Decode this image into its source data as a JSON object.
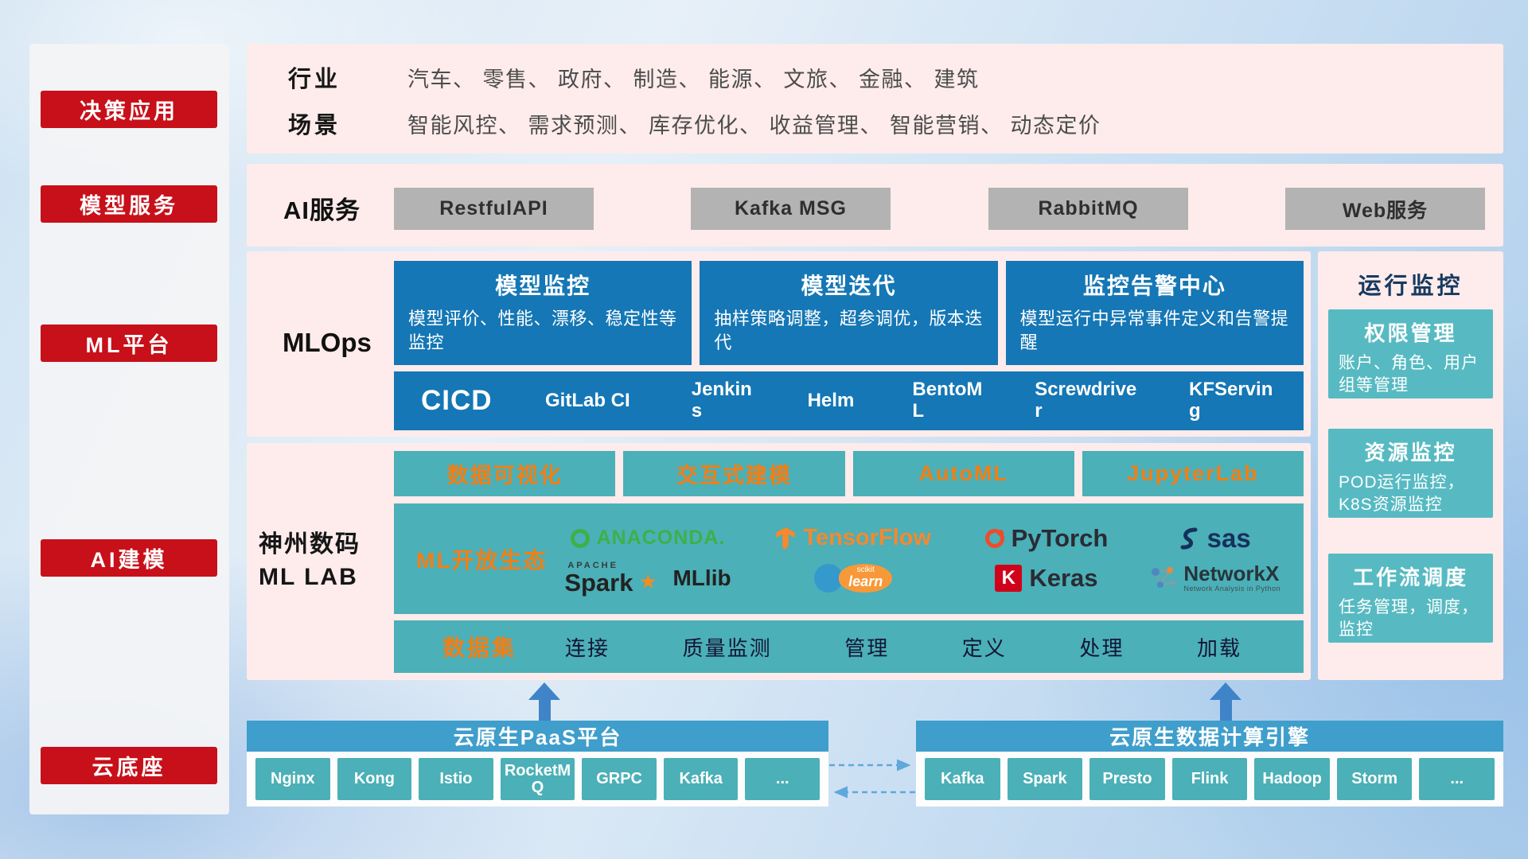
{
  "sidebar": {
    "items": [
      {
        "label": "决策应用"
      },
      {
        "label": "模型服务"
      },
      {
        "label": "ML平台"
      },
      {
        "label": "AI建模"
      },
      {
        "label": "云底座"
      }
    ]
  },
  "industry": {
    "row1_label": "行业",
    "row1_content": "汽车、 零售、 政府、 制造、 能源、 文旅、 金融、 建筑",
    "row2_label": "场景",
    "row2_content": "智能风控、 需求预测、 库存优化、 收益管理、 智能营销、 动态定价"
  },
  "ai_service": {
    "label": "AI服务",
    "items": [
      "RestfulAPI",
      "Kafka MSG",
      "RabbitMQ",
      "Web服务"
    ]
  },
  "mlops": {
    "label": "MLOps",
    "cards": [
      {
        "title": "模型监控",
        "desc": "模型评价、性能、漂移、稳定性等监控"
      },
      {
        "title": "模型迭代",
        "desc": "抽样策略调整，超参调优，版本迭代"
      },
      {
        "title": "监控告警中心",
        "desc": "模型运行中异常事件定义和告警提醒"
      }
    ],
    "cicd_label": "CICD",
    "cicd_tools": [
      "GitLab CI",
      "Jenkins",
      "Helm",
      "BentoML",
      "Screwdriver",
      "KFServing"
    ]
  },
  "monitoring": {
    "title": "运行监控",
    "cards": [
      {
        "title": "权限管理",
        "desc": "账户、角色、用户组等管理"
      },
      {
        "title": "资源监控",
        "desc": "POD运行监控，K8S资源监控"
      },
      {
        "title": "工作流调度",
        "desc": "任务管理，调度，监控"
      }
    ]
  },
  "mllab": {
    "label_line1": "神州数码",
    "label_line2": "ML LAB",
    "tools": [
      "数据可视化",
      "交互式建模",
      "AutoML",
      "JupyterLab"
    ],
    "ecosystem_label": "ML开放生态",
    "logos": {
      "anaconda": "ANACONDA.",
      "tensorflow": "TensorFlow",
      "pytorch": "PyTorch",
      "sas": "sas",
      "spark_small": "APACHE",
      "spark": "Spark",
      "mllib": "MLlib",
      "scikit_small": "scikit",
      "scikit": "learn",
      "keras_letter": "K",
      "keras": "Keras",
      "networkx": "NetworkX",
      "networkx_sub": "Network Analysis in Python"
    },
    "dataset_label": "数据集",
    "dataset_items": [
      "连接",
      "质量监测",
      "管理",
      "定义",
      "处理",
      "加载"
    ]
  },
  "cloud": {
    "paas_title": "云原生PaaS平台",
    "paas_items": [
      "Nginx",
      "Kong",
      "Istio",
      "RocketMQ",
      "GRPC",
      "Kafka",
      "..."
    ],
    "engine_title": "云原生数据计算引擎",
    "engine_items": [
      "Kafka",
      "Spark",
      "Presto",
      "Flink",
      "Hadoop",
      "Storm",
      "..."
    ]
  },
  "colors": {
    "red": "#c7101a",
    "panel_pink": "#fdeceb",
    "deep_blue": "#1577b5",
    "teal": "#4bb0b7",
    "teal_light": "#57bac2",
    "header_blue": "#3f9ecb",
    "orange": "#f07f17",
    "gray_button": "#b3b3b3",
    "arrow_blue": "#3f84c8"
  }
}
